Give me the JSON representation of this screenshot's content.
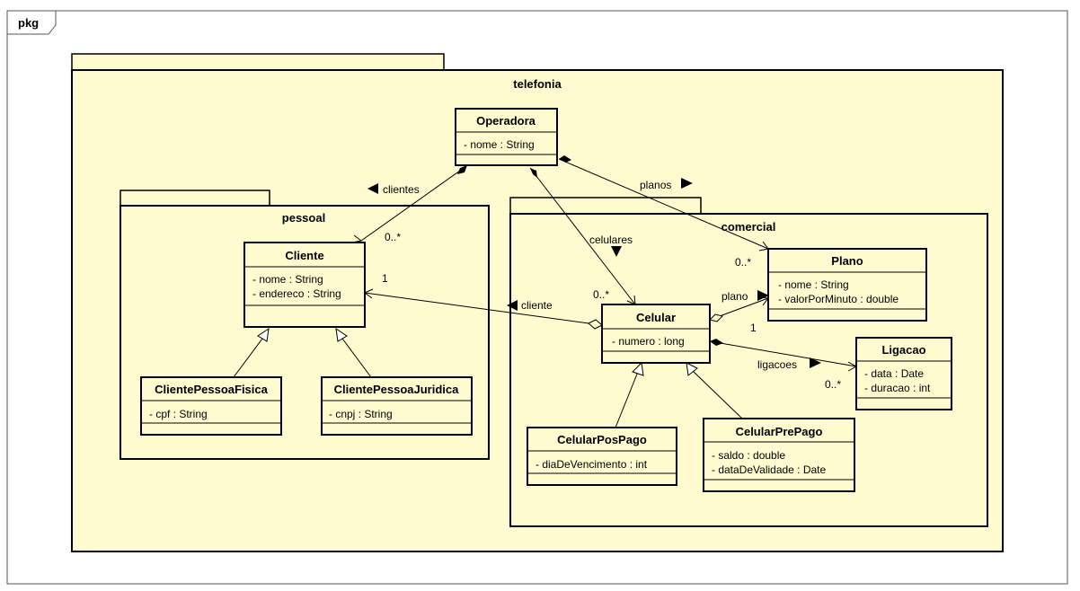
{
  "frame": {
    "label": "pkg"
  },
  "packages": {
    "telefonia": "telefonia",
    "pessoal": "pessoal",
    "comercial": "comercial"
  },
  "classes": {
    "operadora": {
      "name": "Operadora",
      "attrs": [
        "- nome : String"
      ]
    },
    "cliente": {
      "name": "Cliente",
      "attrs": [
        "- nome : String",
        "- endereco : String"
      ]
    },
    "cliente_pf": {
      "name": "ClientePessoaFisica",
      "attrs": [
        "- cpf : String"
      ]
    },
    "cliente_pj": {
      "name": "ClientePessoaJuridica",
      "attrs": [
        "- cnpj : String"
      ]
    },
    "plano": {
      "name": "Plano",
      "attrs": [
        "- nome : String",
        "- valorPorMinuto : double"
      ]
    },
    "celular": {
      "name": "Celular",
      "attrs": [
        "- numero : long"
      ]
    },
    "ligacao": {
      "name": "Ligacao",
      "attrs": [
        "- data : Date",
        "- duracao : int"
      ]
    },
    "celular_pos": {
      "name": "CelularPosPago",
      "attrs": [
        "- diaDeVencimento : int"
      ]
    },
    "celular_pre": {
      "name": "CelularPrePago",
      "attrs": [
        "- saldo : double",
        "- dataDeValidade : Date"
      ]
    }
  },
  "associations": {
    "clientes": {
      "label": "clientes",
      "mult": "0..*"
    },
    "planos": {
      "label": "planos",
      "mult": "0..*"
    },
    "celulares": {
      "label": "celulares",
      "mult": "0..*"
    },
    "cliente": {
      "label": "cliente",
      "mult": "1"
    },
    "plano": {
      "label": "plano",
      "mult": "1"
    },
    "ligacoes": {
      "label": "ligacoes",
      "mult": "0..*"
    }
  }
}
